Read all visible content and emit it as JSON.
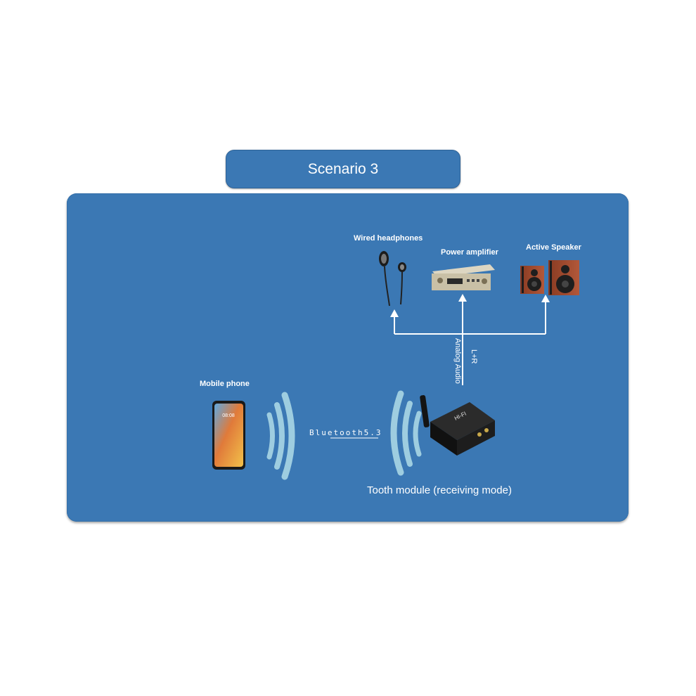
{
  "title": "Scenario 3",
  "labels": {
    "wired_headphones": "Wired headphones",
    "power_amplifier": "Power amplifier",
    "active_speaker": "Active Speaker",
    "mobile_phone": "Mobile phone",
    "bluetooth": "Bluetooth5.3",
    "module": "Tooth module (receiving mode)",
    "analog_audio": "Analog Audio",
    "lr": "L+R"
  },
  "phone_screen_time": "08:08",
  "module_text": "HI-FI",
  "colors": {
    "panel": "#3b78b4",
    "wave": "#9ecde0",
    "line": "#ffffff"
  }
}
